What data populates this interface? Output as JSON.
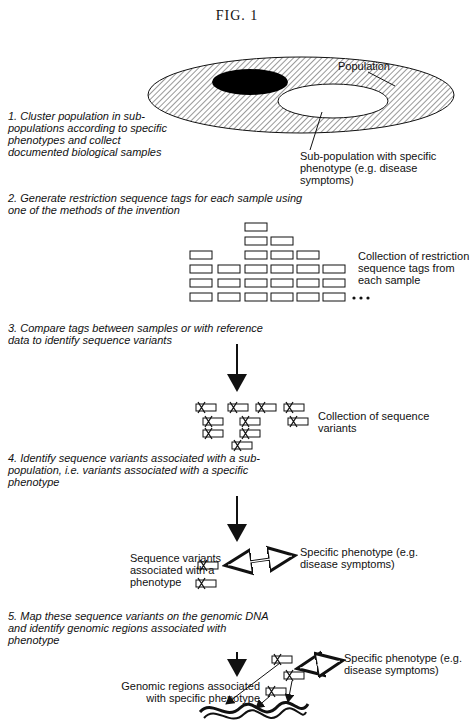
{
  "diagram": {
    "title": "FIG. 1",
    "labels": [
      "1. Cluster population in sub-populations according to specific phenotypes and collect documented biological samples",
      "Population",
      "Sub-population with specific phenotype (e.g. disease symptoms)",
      "2. Generate restriction sequence tags for each sample using one of the methods of the invention",
      "Collection of restriction sequence tags from each sample",
      "3. Compare tags between samples or with reference data to identify sequence variants",
      "Collection of sequence variants",
      "4. Identify sequence variants associated with a sub-population, i.e. variants associated with a specific phenotype",
      "Sequence variants associated with a phenotype",
      "Specific phenotype (e.g. disease symptoms)",
      "5. Map these sequence variants on the genomic DNA and identify genomic regions associated with phenotype",
      "Genomic regions associated with specific phenotype",
      "Specific phenotype (e.g. disease symptoms)"
    ]
  }
}
